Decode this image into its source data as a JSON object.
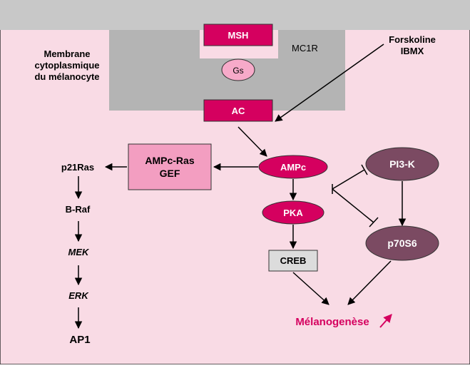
{
  "membrane_label": {
    "line1": "Membrane",
    "line2": "cytoplasmique",
    "line3": "du mélanocyte"
  },
  "receptor_label": "MC1R",
  "nodes": {
    "msh": "MSH",
    "gs": "Gs",
    "ac": "AC",
    "ampc": "AMPc",
    "pka": "PKA",
    "creb": "CREB",
    "pi3k": "PI3-K",
    "p70s6": "p70S6",
    "ampc_ras_gef_line1": "AMPc-Ras",
    "ampc_ras_gef_line2": "GEF"
  },
  "activators": {
    "line1": "Forskoline",
    "line2": "IBMX"
  },
  "cascade": [
    "p21Ras",
    "B-Raf",
    "MEK",
    "ERK",
    "AP1"
  ],
  "outcome": {
    "label": "Mélanogenèse",
    "trend": "increase"
  },
  "colors": {
    "background_pink": "#f9dbe5",
    "top_band_gray": "#c8c8c8",
    "membrane_gray": "#b4b4b4",
    "magenta": "#d5005f",
    "gs_pink": "#f7aac9",
    "gef_pink": "#f39ec1",
    "purple": "#7b4a62",
    "creb_gray": "#dcdcdc",
    "outcome_text": "#d5005f"
  }
}
